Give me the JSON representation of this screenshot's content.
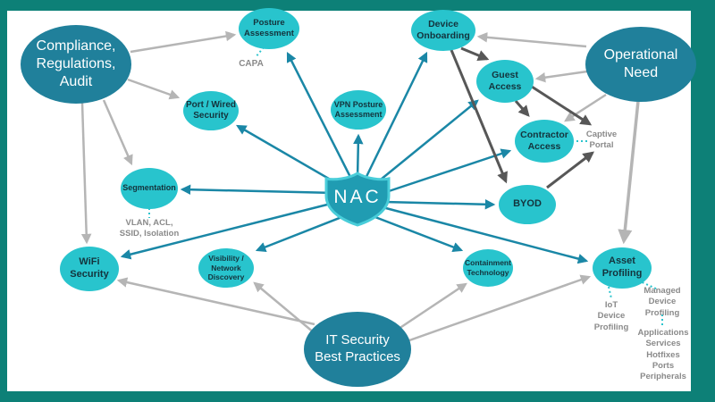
{
  "diagram_title": "NAC concept map",
  "palette": {
    "frame": "#0d8077",
    "dark_node": "#20809b",
    "light_node": "#28c4cd",
    "shield_fill": "#209cb2",
    "shield_stroke": "#49cdd9",
    "teal_arrow": "#1a87a6",
    "gray_arrow": "#b5b5b5",
    "dark_arrow": "#575757",
    "annotation_text": "#8a8a8a"
  },
  "nac": {
    "label": "NAC"
  },
  "nodes": {
    "compliance": {
      "label": "Compliance,\nRegulations,\nAudit"
    },
    "operational_need": {
      "label": "Operational\nNeed"
    },
    "it_security_best_practices": {
      "label": "IT Security\nBest Practices"
    },
    "posture_assessment": {
      "label": "Posture\nAssessment"
    },
    "device_onboarding": {
      "label": "Device\nOnboarding"
    },
    "port_wired_security": {
      "label": "Port / Wired\nSecurity"
    },
    "vpn_posture_assessment": {
      "label": "VPN Posture\nAssessment"
    },
    "guest_access": {
      "label": "Guest\nAccess"
    },
    "contractor_access": {
      "label": "Contractor\nAccess"
    },
    "byod": {
      "label": "BYOD"
    },
    "segmentation": {
      "label": "Segmentation"
    },
    "wifi_security": {
      "label": "WiFi\nSecurity"
    },
    "visibility_network_discovery": {
      "label": "Visibility /\nNetwork\nDiscovery"
    },
    "containment_technology": {
      "label": "Containment\nTechnology"
    },
    "asset_profiling": {
      "label": "Asset\nProfiling"
    }
  },
  "annotations": {
    "capa": {
      "label": "CAPA"
    },
    "vlan": {
      "label": "VLAN, ACL,\nSSID, Isolation"
    },
    "captive_portal": {
      "label": "Captive\nPortal"
    },
    "iot_device_profiling": {
      "label": "IoT\nDevice\nProfiling"
    },
    "managed_device_profiling": {
      "label": "Managed\nDevice\nProfiling"
    },
    "asset_profiling_details": {
      "label": "Applications\nServices\nHotfixes\nPorts\nPeripherals"
    }
  }
}
